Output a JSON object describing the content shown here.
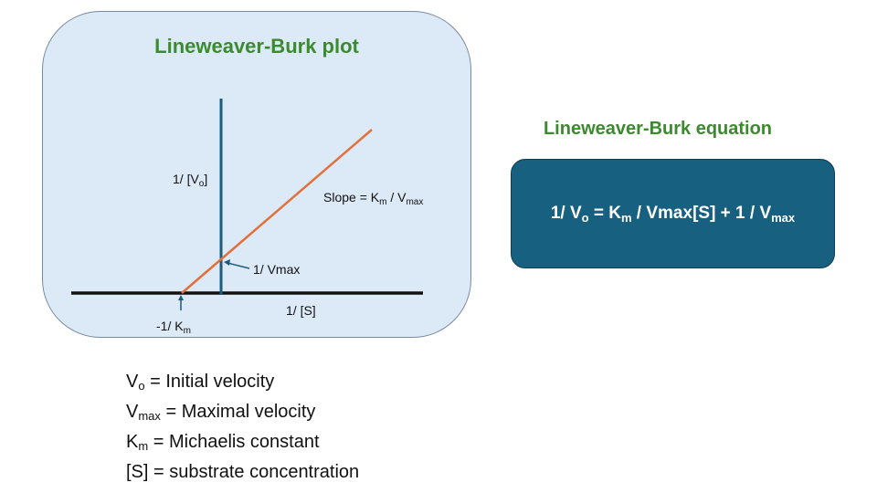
{
  "plot": {
    "title": "Lineweaver-Burk plot",
    "y_axis_label": {
      "main": "1/ [V",
      "sub": "o",
      "tail": "]"
    },
    "x_axis_label": "1/ [S]",
    "slope_label": {
      "main": "Slope = K",
      "sub1": "m",
      "mid": " / V",
      "sub2": "max"
    },
    "y_intercept_label": "1/ Vmax",
    "x_intercept_label": {
      "main": "-1/ K",
      "sub": "m"
    },
    "line_color": "#e2703a",
    "axis_color": "#111111",
    "y_axis_color": "#1d5b7a"
  },
  "equation": {
    "title": "Lineweaver-Burk equation",
    "parts": {
      "a": "1/ V",
      "a_sub": "o",
      "b": " = K",
      "b_sub": "m",
      "c": " / Vmax[S] + 1 / V",
      "c_sub": "max"
    },
    "box_color": "#17607f"
  },
  "legend": [
    {
      "sym": "V",
      "sub": "o",
      "text": " = Initial velocity"
    },
    {
      "sym": "V",
      "sub": "max",
      "text": " = Maximal velocity"
    },
    {
      "sym": "K",
      "sub": "m",
      "text": " = Michaelis constant"
    },
    {
      "sym": "[S]",
      "sub": "",
      "text": " = substrate concentration"
    }
  ]
}
